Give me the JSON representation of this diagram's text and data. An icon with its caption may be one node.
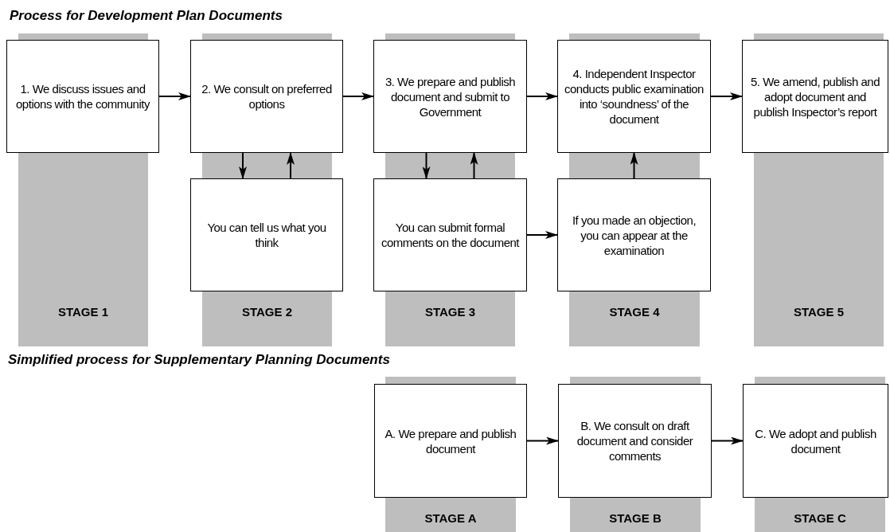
{
  "diagram": {
    "title": "Process for Development Plan Documents",
    "nodes": [
      {
        "text": [
          "1. We discuss issues and options with the community"
        ]
      },
      {
        "text": [
          "2. We consult on preferred options"
        ]
      },
      {
        "text": [
          "3. We prepare and publish document and submit to Government"
        ]
      },
      {
        "text": [
          "4. Independent Inspector conducts public examination into ‘soundness’ of the document"
        ]
      },
      {
        "text": [
          "5. We amend, publish and adopt document and publish Inspector’s report"
        ]
      },
      {
        "text": [
          "You can tell us what you think"
        ]
      },
      {
        "text": [
          "You can submit formal comments on the document"
        ]
      },
      {
        "text": [
          "If you made an objection, you can appear at the examination"
        ]
      },
      {
        "text": [
          "STAGE 1"
        ]
      },
      {
        "text": [
          "STAGE 2"
        ]
      },
      {
        "text": [
          "STAGE 3"
        ]
      },
      {
        "text": [
          "STAGE 4"
        ]
      },
      {
        "text": [
          "STAGE 5"
        ]
      },
      {
        "text": [
          "A. We prepare and publish document"
        ]
      },
      {
        "text": [
          "B. We consult on draft document and consider comments"
        ]
      },
      {
        "text": [
          "C. We adopt and publish document"
        ]
      },
      {
        "text": [
          "STAGE A"
        ]
      },
      {
        "text": [
          "STAGE B"
        ]
      },
      {
        "text": [
          "STAGE C"
        ]
      }
    ],
    "edges": [
      {
        "from": 0,
        "to": 1,
        "arrow": "to"
      },
      {
        "from": 1,
        "to": 2,
        "arrow": "to"
      },
      {
        "from": 2,
        "to": 3,
        "arrow": "to"
      },
      {
        "from": 3,
        "to": 4,
        "arrow": "to"
      },
      {
        "from": 1,
        "to": 5,
        "arrow": "to"
      },
      {
        "from": 5,
        "to": 1,
        "arrow": "to"
      },
      {
        "from": 2,
        "to": 6,
        "arrow": "to"
      },
      {
        "from": 6,
        "to": 2,
        "arrow": "to"
      },
      {
        "from": 6,
        "to": 7,
        "arrow": "to"
      },
      {
        "from": 7,
        "to": 3,
        "arrow": "to"
      },
      {
        "from": 13,
        "to": 14,
        "arrow": "to"
      },
      {
        "from": 14,
        "to": 15,
        "arrow": "to"
      }
    ],
    "labels": [
      "Simplified process for Supplementary Planning Documents"
    ]
  }
}
